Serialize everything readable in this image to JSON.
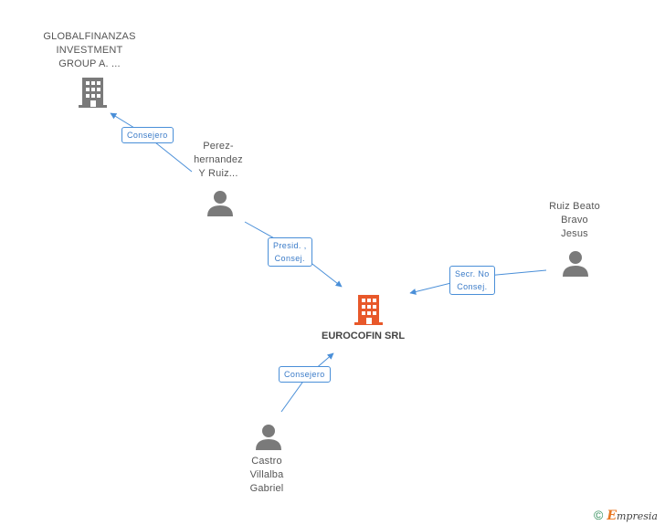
{
  "nodes": {
    "globalfinanzas": {
      "lines": [
        "GLOBALFINANZAS",
        "INVESTMENT",
        "GROUP A. ..."
      ],
      "type": "company",
      "icon": "building-icon",
      "color": "#7a7a7a"
    },
    "perez": {
      "lines": [
        "Perez-",
        "hernandez",
        "Y Ruiz..."
      ],
      "type": "person",
      "icon": "person-icon",
      "color": "#7a7a7a"
    },
    "ruiz": {
      "lines": [
        "Ruiz Beato",
        "Bravo",
        "Jesus"
      ],
      "type": "person",
      "icon": "person-icon",
      "color": "#7a7a7a"
    },
    "eurocofin": {
      "label": "EUROCOFIN SRL",
      "type": "company",
      "icon": "building-icon",
      "color": "#e8582a"
    },
    "castro": {
      "lines": [
        "Castro",
        "Villalba",
        "Gabriel"
      ],
      "type": "person",
      "icon": "person-icon",
      "color": "#7a7a7a"
    }
  },
  "edges": {
    "perez_globalfinanzas": {
      "lines": [
        "Consejero"
      ]
    },
    "perez_eurocofin": {
      "lines": [
        "Presid. ,",
        "Consej."
      ]
    },
    "ruiz_eurocofin": {
      "lines": [
        "Secr. No",
        "Consej."
      ]
    },
    "castro_eurocofin": {
      "lines": [
        "Consejero"
      ]
    }
  },
  "colors": {
    "edge": "#4a8fd8",
    "accent": "#e8582a"
  },
  "footer": {
    "symbol": "©",
    "brand_first": "E",
    "brand_rest": "mpresia"
  }
}
